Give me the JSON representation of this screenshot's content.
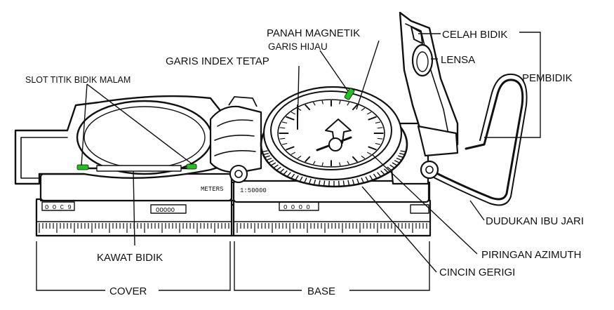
{
  "labels": {
    "slot_titik_bidik_malam": "SLOT TITIK BIDIK MALAM",
    "garis_index_tetap": "GARIS INDEX TETAP",
    "garis_hijau": "GARIS HIJAU",
    "panah_magnetik": "PANAH MAGNETIK",
    "celah_bidik": "CELAH BIDIK",
    "lensa": "LENSA",
    "pembidik": "PEMBIDIK",
    "dudukan_ibu_jari": "DUDUKAN IBU JARI",
    "piringan_azimuth": "PIRINGAN AZIMUTH",
    "cincin_gerigi": "CINCIN GERIGI",
    "kawat_bidik": "KAWAT BIDIK",
    "cover": "COVER",
    "base": "BASE"
  },
  "body_print": {
    "scale_ratio": "1:50000",
    "meters": "METERS"
  },
  "colors": {
    "ink": "#111111",
    "highlight_green": "#22c21e",
    "background": "#ffffff"
  }
}
